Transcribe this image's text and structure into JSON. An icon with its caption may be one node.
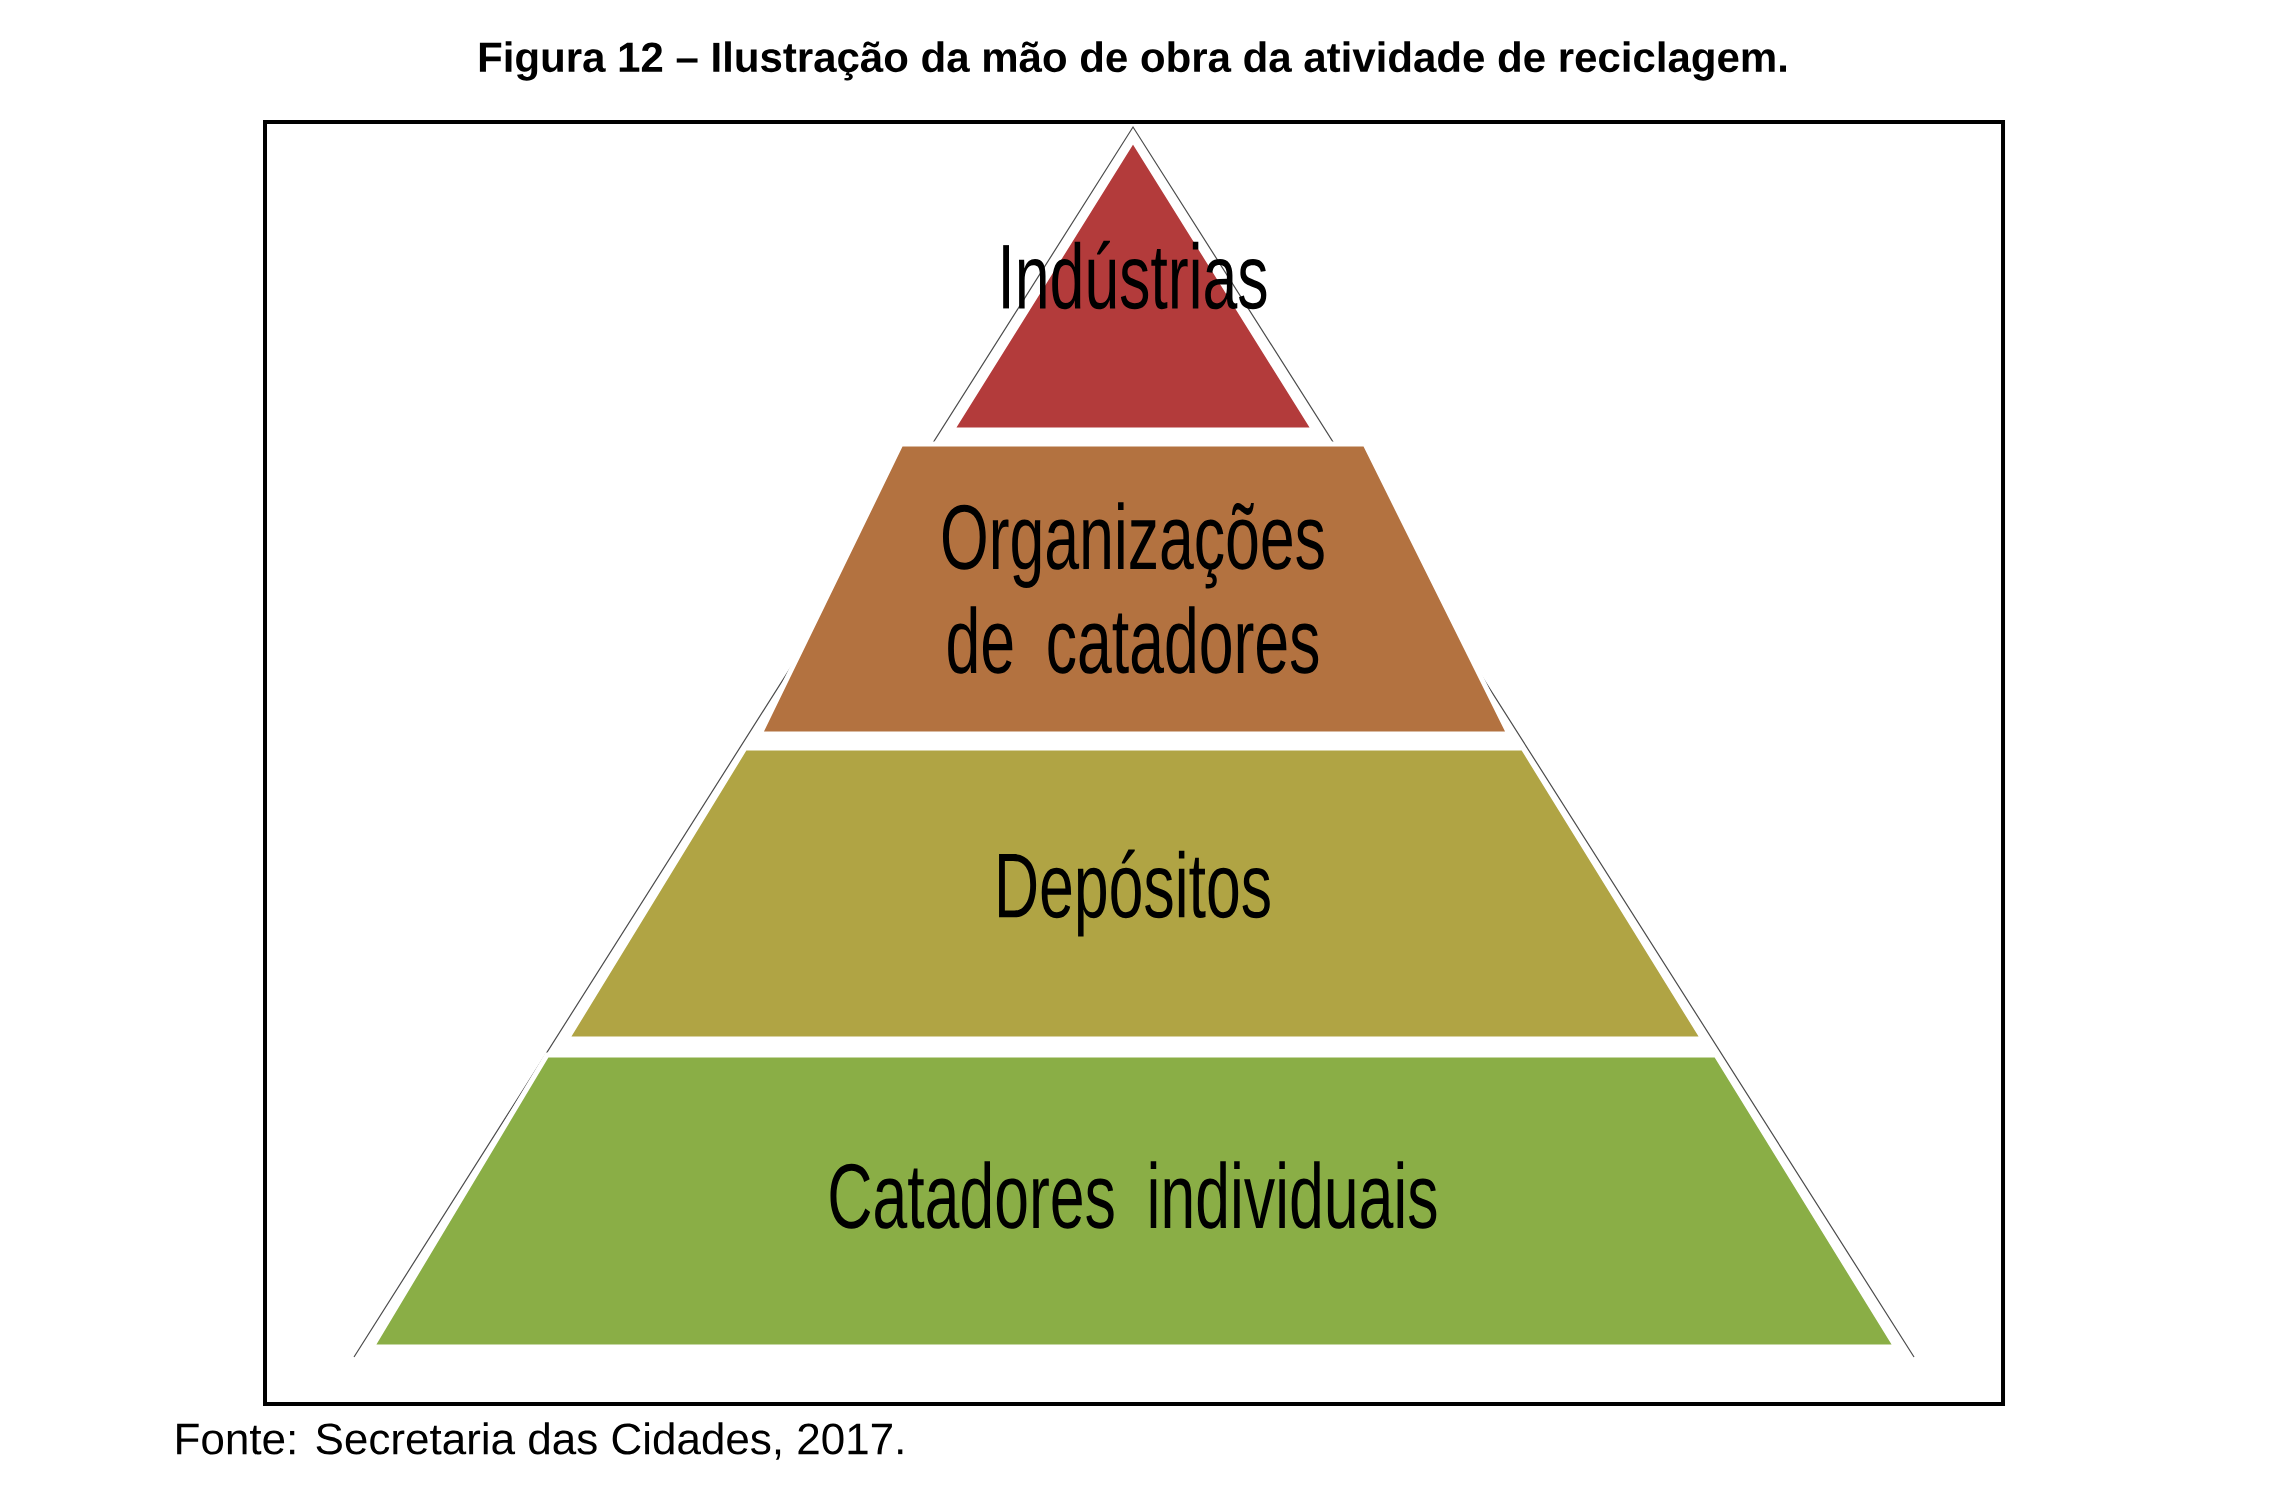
{
  "diagram": {
    "title": "Figura 12 – Ilustração da mão de obra da atividade de reciclagem.",
    "caption": "Fonte: Secretaria das Cidades, 2017.",
    "nodes": [
      {
        "text": [
          "Indústrias"
        ]
      },
      {
        "text": [
          "Organizações de catadores"
        ]
      },
      {
        "text": [
          "Depósitos"
        ]
      },
      {
        "text": [
          "Catadores individuais"
        ]
      }
    ]
  }
}
